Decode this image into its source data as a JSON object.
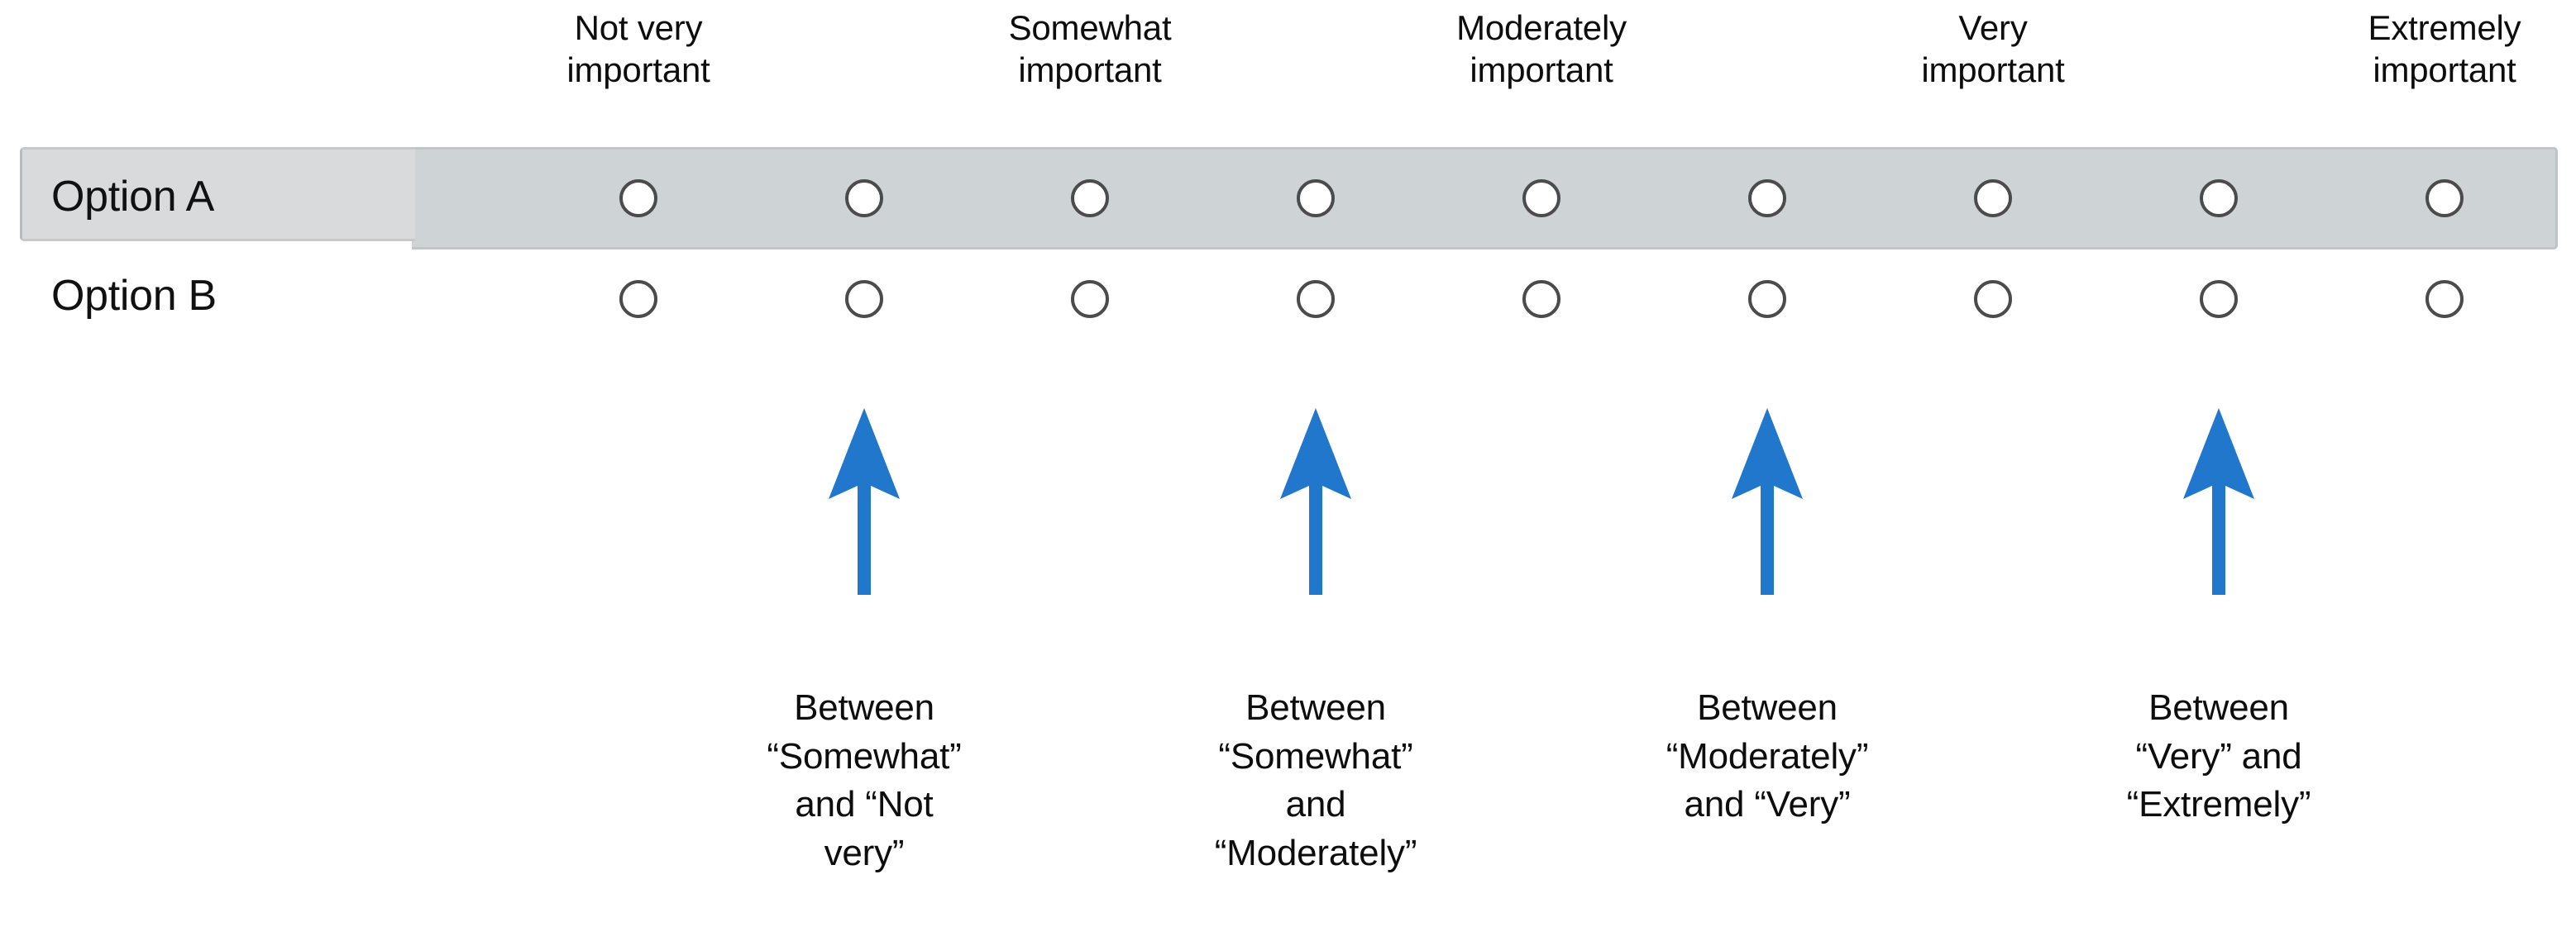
{
  "colors": {
    "arrow_blue": "#2077cc",
    "row_highlight_band": "#ced3d6",
    "row_highlight_label": "#d9dadb",
    "radio_border": "#4b4b4b",
    "text": "#0d0d0d",
    "page_background": "#ffffff"
  },
  "matrix": {
    "scale_headers": [
      {
        "line1": "Not very",
        "line2": "important",
        "column": 1
      },
      {
        "line1": "Somewhat",
        "line2": "important",
        "column": 3
      },
      {
        "line1": "Moderately",
        "line2": "important",
        "column": 5
      },
      {
        "line1": "Very",
        "line2": "important",
        "column": 7
      },
      {
        "line1": "Extremely",
        "line2": "important",
        "column": 9
      }
    ],
    "rows": [
      {
        "label": "Option A",
        "highlighted": true,
        "radio_count": 9,
        "selected": null
      },
      {
        "label": "Option B",
        "highlighted": false,
        "radio_count": 9,
        "selected": null
      }
    ],
    "radio_columns": 9
  },
  "annotations": [
    {
      "arrow": "up-arrow-icon",
      "target_column": 2,
      "caption_lines": [
        "Between",
        "“Somewhat”",
        "and “Not",
        "very”"
      ]
    },
    {
      "arrow": "up-arrow-icon",
      "target_column": 4,
      "caption_lines": [
        "Between",
        "“Somewhat”",
        "and",
        "“Moderately”"
      ]
    },
    {
      "arrow": "up-arrow-icon",
      "target_column": 6,
      "caption_lines": [
        "Between",
        "“Moderately”",
        "and “Very”"
      ]
    },
    {
      "arrow": "up-arrow-icon",
      "target_column": 8,
      "caption_lines": [
        "Between",
        "“Very” and",
        "“Extremely”"
      ]
    }
  ]
}
